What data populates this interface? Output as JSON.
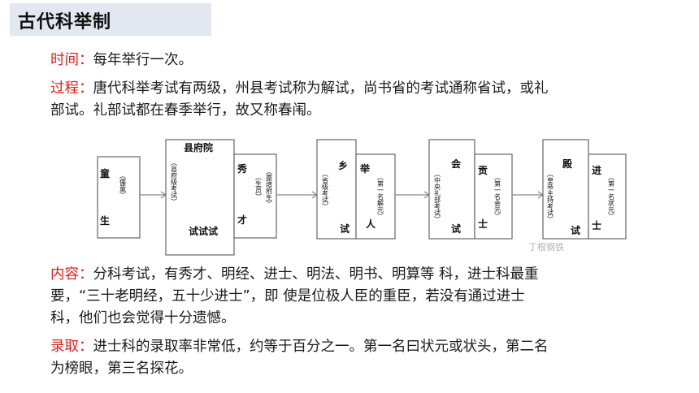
{
  "title": "古代科举制",
  "time": {
    "label": "时间：",
    "text": "每年举行一次。"
  },
  "process": {
    "label": "过程：",
    "line1": "唐代科举考试有两级，州县考试称为解试，尚书省的考试通称省试，或礼",
    "line2": "部试。礼部试都在春季举行，故又称春闱。"
  },
  "flow": {
    "tongsheng": {
      "c1": "童",
      "c2": "生",
      "note": "（儒童）"
    },
    "county": {
      "head": "县府院",
      "note": "（县府级考试）",
      "bottom": "试试试"
    },
    "xiucai": {
      "c1": "秀",
      "c2": "才",
      "note1": "（生员）",
      "note2": "（廪增附生）"
    },
    "xiang": {
      "c1": "乡",
      "c2": "试",
      "note": "（省级考试）"
    },
    "juren": {
      "c1": "举",
      "c2": "人",
      "note": "（第一名解元）"
    },
    "hui": {
      "c1": "会",
      "c2": "试",
      "note": "（中央礼部考试）"
    },
    "gongshi": {
      "c1": "贡",
      "c2": "士",
      "note": "（第一名会元）"
    },
    "dian": {
      "c1": "殿",
      "c2": "试",
      "note": "（皇帝主持考试）"
    },
    "jinshi": {
      "c1": "进",
      "c2": "士",
      "note": "（第一名状元）"
    },
    "watermark": "丁根钢铁"
  },
  "content": {
    "label": "内容：",
    "line1": "分科考试，有秀才、明经、进士、明法、明书、明算等  科，进士科最重",
    "line2": "要，“三十老明经，五十少进士”，即  使是位极人臣的重臣，若没有通过进士",
    "line3": "科，他们也会觉得十分遗憾。"
  },
  "admission": {
    "label": "录取：",
    "line1": "进士科的录取率非常低，约等于百分之一。第一名曰状元或状头，第二名",
    "line2": "为榜眼，第三名探花。"
  }
}
